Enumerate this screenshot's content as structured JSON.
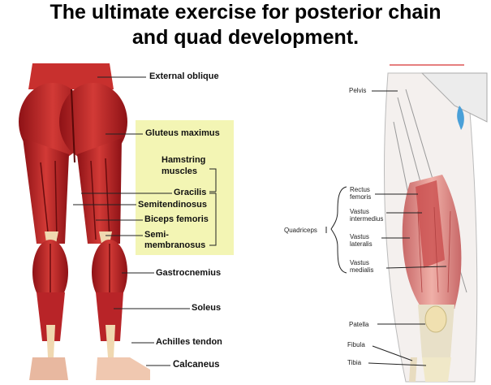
{
  "title": {
    "line1": "The ultimate exercise for posterior chain",
    "line2": "and quad development."
  },
  "left_labels": {
    "external_oblique": "External oblique",
    "gluteus_maximus": "Gluteus maximus",
    "hamstring_1": "Hamstring",
    "hamstring_2": "muscles",
    "gracilis": "Gracilis",
    "semitendinosus": "Semitendinosus",
    "biceps_femoris": "Biceps femoris",
    "semimembranosus_1": "Semi-",
    "semimembranosus_2": "membranosus",
    "gastrocnemius": "Gastrocnemius",
    "soleus": "Soleus",
    "achilles": "Achilles tendon",
    "calcaneus": "Calcaneus"
  },
  "right_labels": {
    "pelvis": "Pelvis",
    "rectus_1": "Rectus",
    "rectus_2": "femoris",
    "vi_1": "Vastus",
    "vi_2": "intermedius",
    "vl_1": "Vastus",
    "vl_2": "lateralis",
    "vm_1": "Vastus",
    "vm_2": "medialis",
    "quadriceps": "Quadriceps",
    "patella": "Patella",
    "fibula": "Fibula",
    "tibia": "Tibia"
  },
  "colors": {
    "highlight": "#f3f5b4",
    "muscle_dark": "#a8161a",
    "muscle_mid": "#c8282c",
    "muscle_light": "#e88c80",
    "tendon": "#f0d8b0",
    "quad_pink": "#e8a0a0"
  }
}
